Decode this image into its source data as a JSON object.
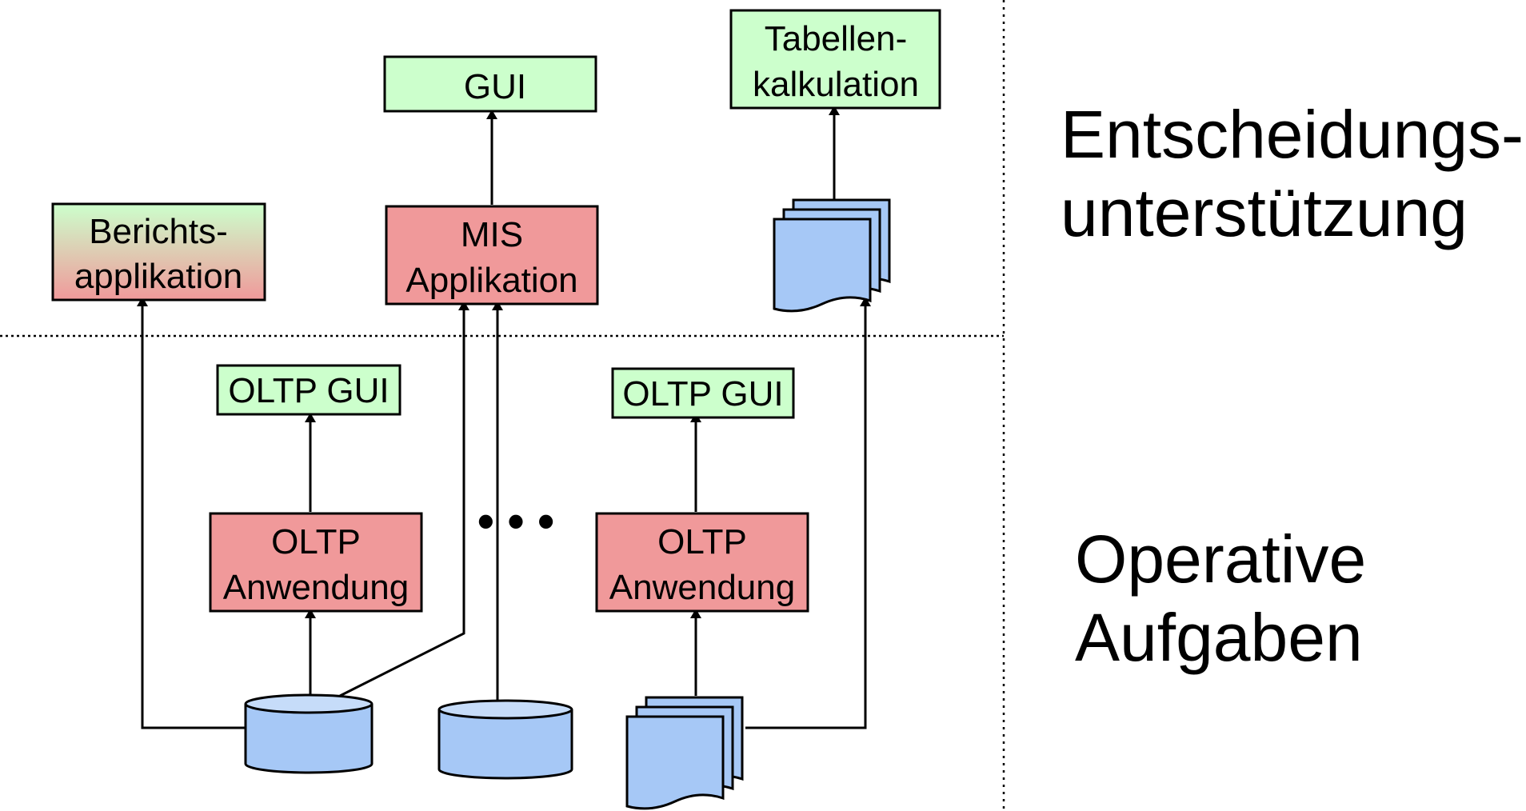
{
  "colors": {
    "presentation_fill": "#ccffcc",
    "application_fill": "#f0999a",
    "data_fill": "#a6c8f6",
    "data_top_fill": "#c6dcf9",
    "stroke": "#000000"
  },
  "boxes": {
    "gui": {
      "line1": "GUI"
    },
    "tabellen": {
      "line1": "Tabellen-",
      "line2": "kalkulation"
    },
    "berichts": {
      "line1": "Berichts-",
      "line2": "applikation"
    },
    "mis": {
      "line1": "MIS",
      "line2": "Applikation"
    },
    "oltp_gui_left": {
      "line1": "OLTP GUI"
    },
    "oltp_gui_right": {
      "line1": "OLTP GUI"
    },
    "oltp_app_left": {
      "line1": "OLTP",
      "line2": "Anwendung"
    },
    "oltp_app_right": {
      "line1": "OLTP",
      "line2": "Anwendung"
    }
  },
  "ellipsis": "• • •",
  "sections": {
    "top": {
      "line1": "Entscheidungs-",
      "line2": "unterstützung"
    },
    "bottom": {
      "line1": "Operative",
      "line2": "Aufgaben"
    }
  }
}
